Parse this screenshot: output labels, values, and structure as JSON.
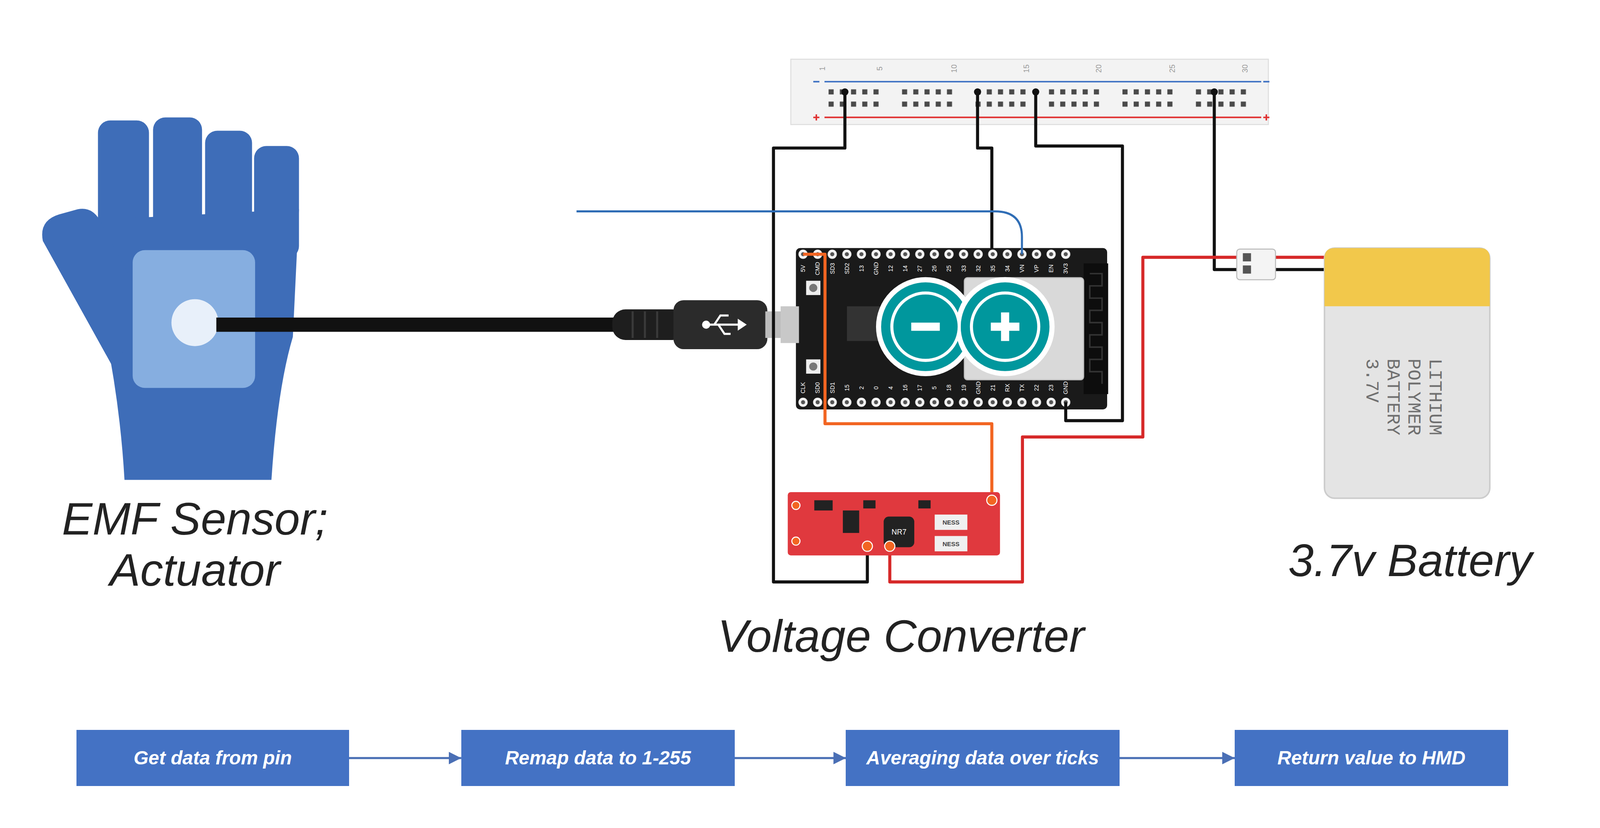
{
  "diagram": {
    "nodes": [
      {
        "text": [
          "Get data from pin"
        ]
      },
      {
        "text": [
          "Remap data to 1-255"
        ]
      },
      {
        "text": [
          "Averaging data over ticks"
        ]
      },
      {
        "text": [
          "Return value to HMD"
        ]
      }
    ],
    "edges": [
      {
        "from": 0,
        "to": 1,
        "arrow": "to"
      },
      {
        "from": 1,
        "to": 2,
        "arrow": "to"
      },
      {
        "from": 2,
        "to": 3,
        "arrow": "to"
      }
    ],
    "labels": [
      "EMF Sensor; Actuator",
      "Voltage Converter",
      "3.7v Battery",
      "LITHIUM POLYMER BATTERY 3.7V",
      "1",
      "5",
      "10",
      "15",
      "20",
      "25",
      "30",
      "NR7",
      "5V",
      "CMD",
      "SD3",
      "SD2",
      "13",
      "GND",
      "12",
      "14",
      "27",
      "26",
      "25",
      "33",
      "32",
      "35",
      "34",
      "VN",
      "VP",
      "EN",
      "3V3",
      "CLK",
      "SD0",
      "SD1",
      "15",
      "2",
      "0",
      "4",
      "16",
      "17",
      "5",
      "18",
      "19",
      "GND",
      "21",
      "RX",
      "TX",
      "22",
      "23",
      "GND",
      "NESS",
      "NESS"
    ]
  }
}
